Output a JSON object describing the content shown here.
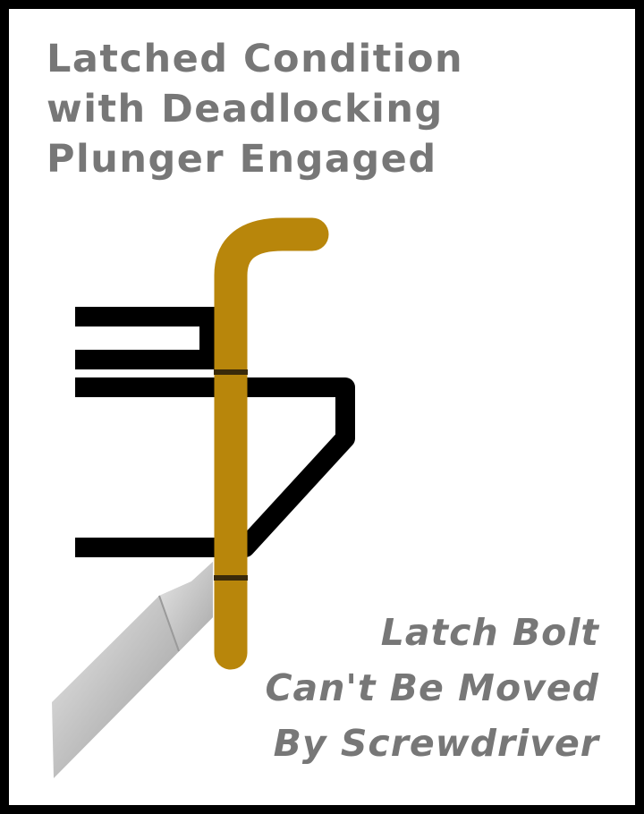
{
  "title": {
    "line1": "Latched Condition",
    "line2": "with Deadlocking",
    "line3": "Plunger Engaged"
  },
  "caption": {
    "line1": "Latch Bolt",
    "line2": "Can't Be Moved",
    "line3": "By Screwdriver"
  },
  "colors": {
    "background": "#ffffff",
    "frame": "#000000",
    "text": "#777777",
    "strike": "#000000",
    "plunger": "#b8860b",
    "plunger_band": "#3a2a0a",
    "screwdriver": "#b5b5b5"
  }
}
